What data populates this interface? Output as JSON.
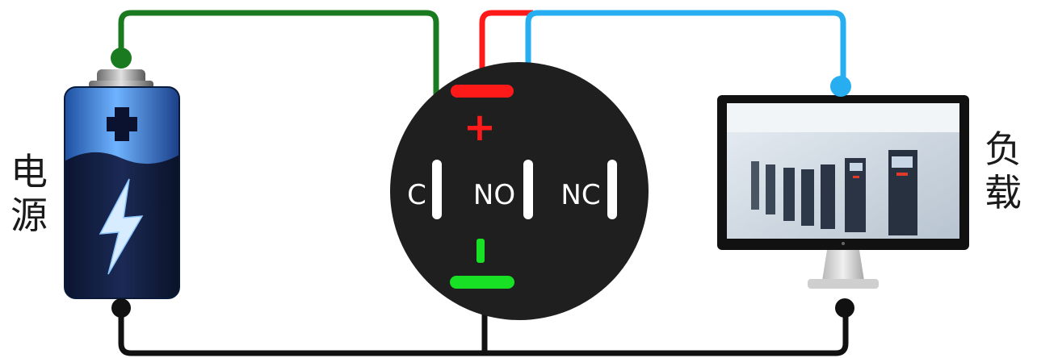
{
  "labels": {
    "power_char1": "电",
    "power_char2": "源",
    "load_char1": "负",
    "load_char2": "载"
  },
  "terminals": {
    "c": "C",
    "no": "NO",
    "nc": "NC",
    "plus": "+"
  },
  "colors": {
    "wire_positive": "#ff1a1a",
    "wire_common": "#1a7a1f",
    "wire_no": "#27aef0",
    "wire_ground": "#111111",
    "switch_body": "#1f1f1f",
    "minus_bar": "#18e024"
  },
  "icons": {
    "battery": "battery-icon",
    "monitor": "monitor-icon",
    "lightning": "lightning-icon",
    "plus": "plus-icon"
  }
}
